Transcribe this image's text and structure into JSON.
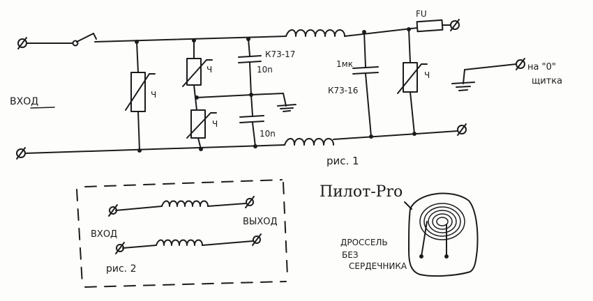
{
  "labels": {
    "input_fig1": "ВХОД",
    "switch_label": "FU",
    "cap1_type": "К73-17",
    "cap1_value": "10n",
    "cap2_value": "10n",
    "cap3_value": "1мк",
    "cap3_type": "К73-16",
    "varistor_mark": "Ч",
    "output_line1": "на \"0\"",
    "output_line2": "щитка",
    "fig1_caption": "рис. 1",
    "fig2_input": "ВХОД",
    "fig2_output": "ВЫХОД",
    "fig2_caption": "рис. 2",
    "brand": "Пилот-Pro",
    "choke_line1": "ДРОССЕЛЬ",
    "choke_line2": "БЕЗ",
    "choke_line3": "СЕРДЕЧНИКА"
  }
}
